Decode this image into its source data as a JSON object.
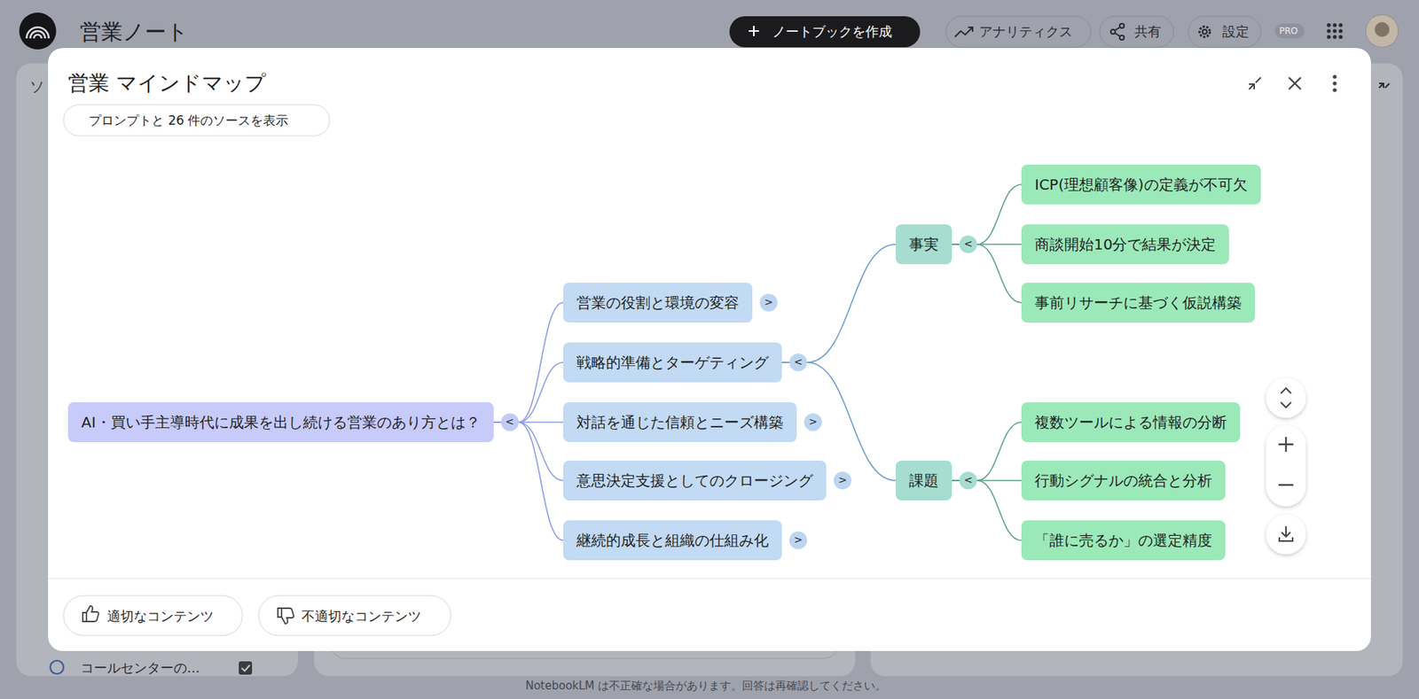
{
  "diagram": {
    "title": "営業 マインドマップ",
    "nodes": [
      {
        "text": [
          "AI・買い手主導時代に成果を出し続ける営業のあり方とは？"
        ]
      },
      {
        "text": [
          "営業の役割と環境の変容"
        ]
      },
      {
        "text": [
          "戦略的準備とターゲティング"
        ]
      },
      {
        "text": [
          "対話を通じた信頼とニーズ構築"
        ]
      },
      {
        "text": [
          "意思決定支援としてのクロージング"
        ]
      },
      {
        "text": [
          "継続的成長と組織の仕組み化"
        ]
      },
      {
        "text": [
          "事実"
        ]
      },
      {
        "text": [
          "ICP(理想顧客像)の定義が不可欠"
        ]
      },
      {
        "text": [
          "商談開始10分で結果が決定"
        ]
      },
      {
        "text": [
          "事前リサーチに基づく仮説構築"
        ]
      },
      {
        "text": [
          "課題"
        ]
      },
      {
        "text": [
          "複数ツールによる情報の分断"
        ]
      },
      {
        "text": [
          "行動シグナルの統合と分析"
        ]
      },
      {
        "text": [
          "「誰に売るか」の選定精度"
        ]
      }
    ],
    "edges": [
      {
        "from": 0,
        "to": 1,
        "arrow": "none"
      },
      {
        "from": 0,
        "to": 2,
        "arrow": "none"
      },
      {
        "from": 0,
        "to": 3,
        "arrow": "none"
      },
      {
        "from": 0,
        "to": 4,
        "arrow": "none"
      },
      {
        "from": 0,
        "to": 5,
        "arrow": "none"
      },
      {
        "from": 2,
        "to": 6,
        "arrow": "none"
      },
      {
        "from": 2,
        "to": 10,
        "arrow": "none"
      },
      {
        "from": 6,
        "to": 7,
        "arrow": "none"
      },
      {
        "from": 6,
        "to": 8,
        "arrow": "none"
      },
      {
        "from": 6,
        "to": 9,
        "arrow": "none"
      },
      {
        "from": 10,
        "to": 11,
        "arrow": "none"
      },
      {
        "from": 10,
        "to": 12,
        "arrow": "none"
      },
      {
        "from": 10,
        "to": 13,
        "arrow": "none"
      }
    ],
    "labels": [
      "ソ",
      "営業ノート",
      "ノートブックを作成",
      "アナリティクス",
      "共有",
      "設定",
      "PRO",
      "プロンプトと 26 件のソースを表示",
      "<",
      ">",
      "<",
      ">",
      ">",
      ">",
      "<",
      "<",
      "適切なコンテンツ",
      "不適切なコンテンツ",
      "コールセンターの...",
      "NotebookLM は不正確な場合があります。回答は再確認してください。"
    ]
  }
}
